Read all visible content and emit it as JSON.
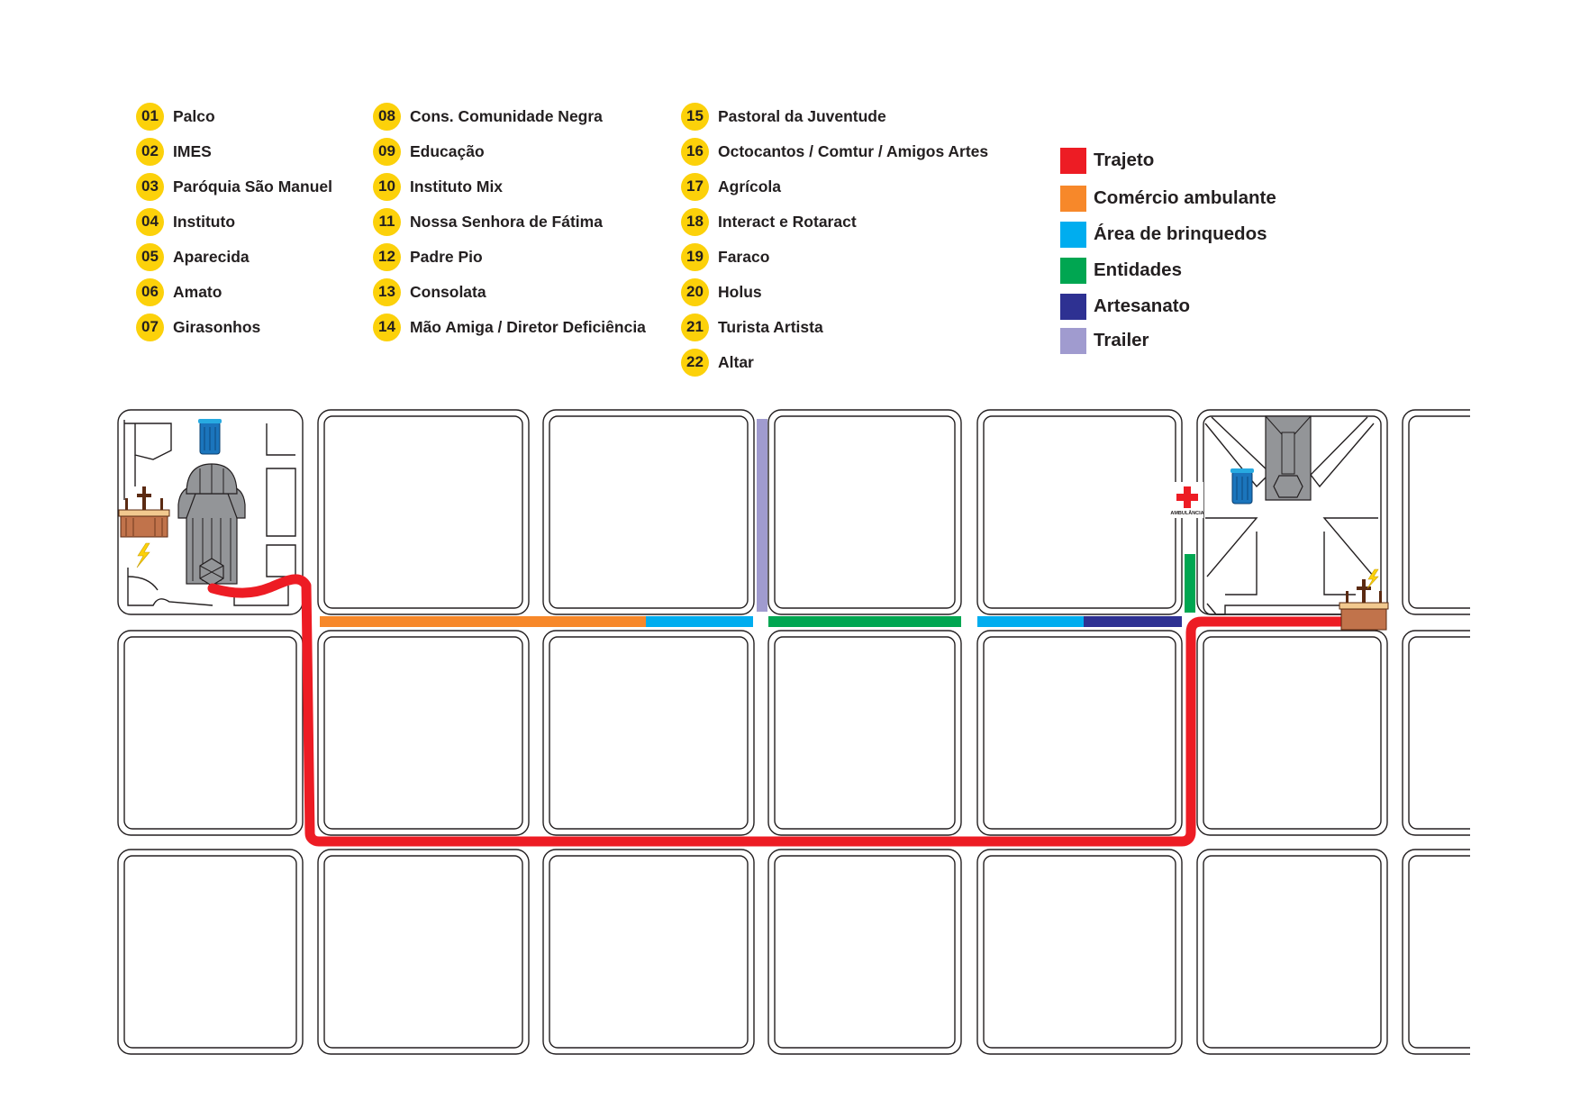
{
  "places": [
    {
      "num": "01",
      "label": "Palco"
    },
    {
      "num": "02",
      "label": "IMES"
    },
    {
      "num": "03",
      "label": "Paróquia São Manuel"
    },
    {
      "num": "04",
      "label": "Instituto"
    },
    {
      "num": "05",
      "label": "Aparecida"
    },
    {
      "num": "06",
      "label": "Amato"
    },
    {
      "num": "07",
      "label": "Girasonhos"
    },
    {
      "num": "08",
      "label": "Cons. Comunidade Negra"
    },
    {
      "num": "09",
      "label": "Educação"
    },
    {
      "num": "10",
      "label": "Instituto Mix"
    },
    {
      "num": "11",
      "label": "Nossa Senhora de Fátima"
    },
    {
      "num": "12",
      "label": "Padre Pio"
    },
    {
      "num": "13",
      "label": "Consolata"
    },
    {
      "num": "14",
      "label": "Mão Amiga / Diretor Deficiência"
    },
    {
      "num": "15",
      "label": "Pastoral da Juventude"
    },
    {
      "num": "16",
      "label": "Octocantos / Comtur / Amigos Artes"
    },
    {
      "num": "17",
      "label": "Agrícola"
    },
    {
      "num": "18",
      "label": "Interact e Rotaract"
    },
    {
      "num": "19",
      "label": "Faraco"
    },
    {
      "num": "20",
      "label": "Holus"
    },
    {
      "num": "21",
      "label": "Turista Artista"
    },
    {
      "num": "22",
      "label": "Altar"
    }
  ],
  "legend": [
    {
      "label": "Trajeto",
      "color": "#ed1c24"
    },
    {
      "label": "Comércio ambulante",
      "color": "#f7882a"
    },
    {
      "label": "Área de brinquedos",
      "color": "#00adef"
    },
    {
      "label": "Entidades",
      "color": "#00a651"
    },
    {
      "label": "Artesanato",
      "color": "#2e3192"
    },
    {
      "label": "Trailer",
      "color": "#a09bcf"
    }
  ],
  "map": {
    "ambulance_label": "AMBULÂNCIA",
    "icons": [
      "church-icon",
      "altar-icon",
      "portable-toilet-icon",
      "electricity-icon",
      "ambulance-cross-icon"
    ]
  }
}
